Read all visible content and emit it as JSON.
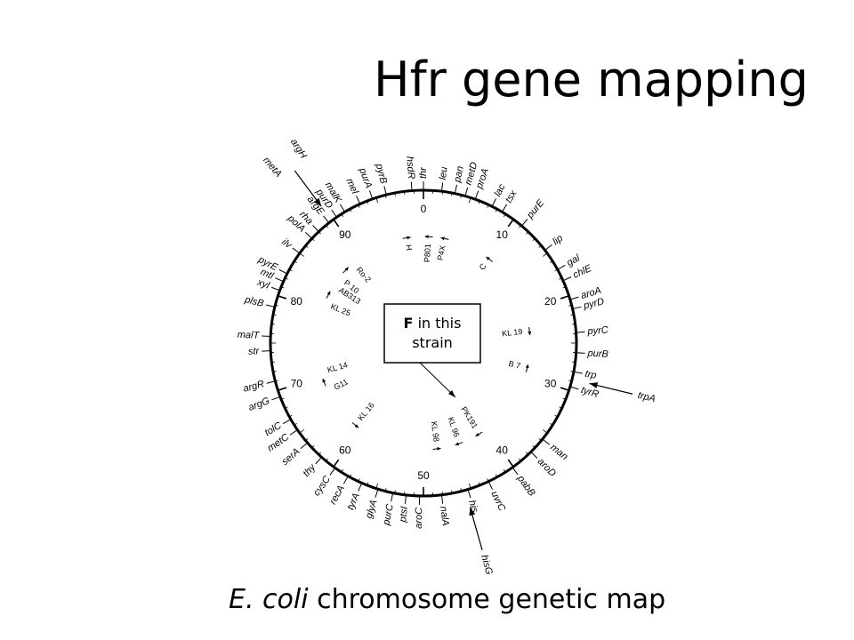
{
  "title": "Hfr gene mapping",
  "caption": {
    "species": "E. coli",
    "rest": " chromosome genetic map"
  },
  "fbox": {
    "bold": "F",
    "line1_rest": " in this",
    "line2": "strain"
  },
  "map_minutes_total": 100,
  "scale_numbers": [
    "0",
    "10",
    "20",
    "30",
    "40",
    "50",
    "60",
    "70",
    "80",
    "90"
  ],
  "genes": [
    {
      "name": "hsdR",
      "min": 98.8
    },
    {
      "name": "thr",
      "min": 0.0
    },
    {
      "name": "leu",
      "min": 1.9
    },
    {
      "name": "pan",
      "min": 3.3
    },
    {
      "name": "metD",
      "min": 4.4
    },
    {
      "name": "proA",
      "min": 5.5
    },
    {
      "name": "lac",
      "min": 7.4
    },
    {
      "name": "tsx",
      "min": 8.6
    },
    {
      "name": "purE",
      "min": 11.1
    },
    {
      "name": "lip",
      "min": 14.6
    },
    {
      "name": "gal",
      "min": 17.0
    },
    {
      "name": "chlE",
      "min": 18.3
    },
    {
      "name": "aroA",
      "min": 20.4
    },
    {
      "name": "pyrD",
      "min": 21.4
    },
    {
      "name": "pyrC",
      "min": 23.9
    },
    {
      "name": "purB",
      "min": 26.0
    },
    {
      "name": "trp",
      "min": 28.0
    },
    {
      "name": "tyrR",
      "min": 29.6
    },
    {
      "name": "man",
      "min": 35.8
    },
    {
      "name": "aroD",
      "min": 37.6
    },
    {
      "name": "pabB",
      "min": 40.1
    },
    {
      "name": "uvrC",
      "min": 43.0
    },
    {
      "name": "his",
      "min": 45.3
    },
    {
      "name": "nalA",
      "min": 48.1
    },
    {
      "name": "aroC",
      "min": 50.4
    },
    {
      "name": "ptsI",
      "min": 51.8
    },
    {
      "name": "purC",
      "min": 53.2
    },
    {
      "name": "glyA",
      "min": 54.8
    },
    {
      "name": "tyrA",
      "min": 56.6
    },
    {
      "name": "recA",
      "min": 58.2
    },
    {
      "name": "cysC",
      "min": 59.8
    },
    {
      "name": "thy",
      "min": 61.6
    },
    {
      "name": "serA",
      "min": 63.7
    },
    {
      "name": "metC",
      "min": 65.4
    },
    {
      "name": "tolC",
      "min": 66.7
    },
    {
      "name": "argG",
      "min": 69.3
    },
    {
      "name": "argR",
      "min": 71.0
    },
    {
      "name": "str",
      "min": 74.2
    },
    {
      "name": "malT",
      "min": 75.7
    },
    {
      "name": "plsB",
      "min": 78.8
    },
    {
      "name": "xyl",
      "min": 80.6
    },
    {
      "name": "mtl",
      "min": 81.6
    },
    {
      "name": "pyrE",
      "min": 82.5
    },
    {
      "name": "ilv",
      "min": 85.0
    },
    {
      "name": "polA",
      "min": 87.0
    },
    {
      "name": "rha",
      "min": 88.0
    },
    {
      "name": "argE",
      "min": 89.4
    },
    {
      "name": "purD",
      "min": 90.4
    },
    {
      "name": "malK",
      "min": 91.4
    },
    {
      "name": "mel",
      "min": 93.2
    },
    {
      "name": "purA",
      "min": 94.6
    },
    {
      "name": "pyrB",
      "min": 96.1
    }
  ],
  "outer_markers": [
    {
      "labels": [
        "metA",
        "argH"
      ],
      "min": 89.8
    },
    {
      "labels": [
        "trpA"
      ],
      "min": 28.8
    },
    {
      "labels": [
        "hisG"
      ],
      "min": 45.6
    }
  ],
  "hfr_strains": [
    {
      "labels": [
        "H"
      ],
      "min": 97.5,
      "dir": "cw"
    },
    {
      "labels": [
        "P801"
      ],
      "min": 0.8,
      "dir": "ccw"
    },
    {
      "labels": [
        "P4X"
      ],
      "min": 3.2,
      "dir": "ccw"
    },
    {
      "labels": [
        "C"
      ],
      "min": 10.6,
      "dir": "ccw"
    },
    {
      "labels": [
        "KL 19"
      ],
      "min": 23.2,
      "dir": "cw"
    },
    {
      "labels": [
        "B 7"
      ],
      "min": 28.8,
      "dir": "ccw"
    },
    {
      "labels": [
        "PK191"
      ],
      "min": 41.3,
      "dir": "cw"
    },
    {
      "labels": [
        "KL 96"
      ],
      "min": 44.6,
      "dir": "cw"
    },
    {
      "labels": [
        "KL 98"
      ],
      "min": 48.0,
      "dir": "ccw"
    },
    {
      "labels": [
        "KL 16"
      ],
      "min": 61.0,
      "dir": "ccw"
    },
    {
      "labels": [
        "G11",
        "KL 14"
      ],
      "min": 69.0,
      "dir": "cw"
    },
    {
      "labels": [
        "KL 25",
        "AB313"
      ],
      "min": 82.5,
      "dir": "cw"
    },
    {
      "labels": [
        "P 10",
        "Ro-2"
      ],
      "min": 87.0,
      "dir": "cw"
    }
  ],
  "colors": {
    "ink": "#000000",
    "background": "#ffffff"
  }
}
